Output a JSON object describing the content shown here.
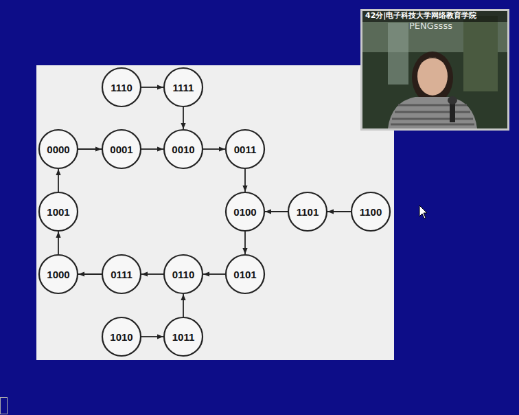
{
  "diagram": {
    "nodes": [
      {
        "text": [
          "1110"
        ]
      },
      {
        "text": [
          "1111"
        ]
      },
      {
        "text": [
          "0000"
        ]
      },
      {
        "text": [
          "0001"
        ]
      },
      {
        "text": [
          "0010"
        ]
      },
      {
        "text": [
          "0011"
        ]
      },
      {
        "text": [
          "1001"
        ]
      },
      {
        "text": [
          "0100"
        ]
      },
      {
        "text": [
          "1101"
        ]
      },
      {
        "text": [
          "1100"
        ]
      },
      {
        "text": [
          "1000"
        ]
      },
      {
        "text": [
          "0111"
        ]
      },
      {
        "text": [
          "0110"
        ]
      },
      {
        "text": [
          "0101"
        ]
      },
      {
        "text": [
          "1010"
        ]
      },
      {
        "text": [
          "1011"
        ]
      }
    ],
    "edges": [
      {
        "from": 0,
        "to": 1,
        "arrow": "to"
      },
      {
        "from": 1,
        "to": 4,
        "arrow": "to"
      },
      {
        "from": 2,
        "to": 3,
        "arrow": "to"
      },
      {
        "from": 3,
        "to": 4,
        "arrow": "to"
      },
      {
        "from": 4,
        "to": 5,
        "arrow": "to"
      },
      {
        "from": 5,
        "to": 7,
        "arrow": "to"
      },
      {
        "from": 6,
        "to": 2,
        "arrow": "to"
      },
      {
        "from": 8,
        "to": 7,
        "arrow": "to"
      },
      {
        "from": 9,
        "to": 8,
        "arrow": "to"
      },
      {
        "from": 7,
        "to": 13,
        "arrow": "to"
      },
      {
        "from": 10,
        "to": 6,
        "arrow": "to"
      },
      {
        "from": 11,
        "to": 10,
        "arrow": "to"
      },
      {
        "from": 12,
        "to": 11,
        "arrow": "to"
      },
      {
        "from": 13,
        "to": 12,
        "arrow": "to"
      },
      {
        "from": 14,
        "to": 15,
        "arrow": "to"
      },
      {
        "from": 15,
        "to": 12,
        "arrow": "to"
      }
    ],
    "labels": [
      "42分|电子科技大学网络教育学院",
      "PENGssss"
    ]
  }
}
